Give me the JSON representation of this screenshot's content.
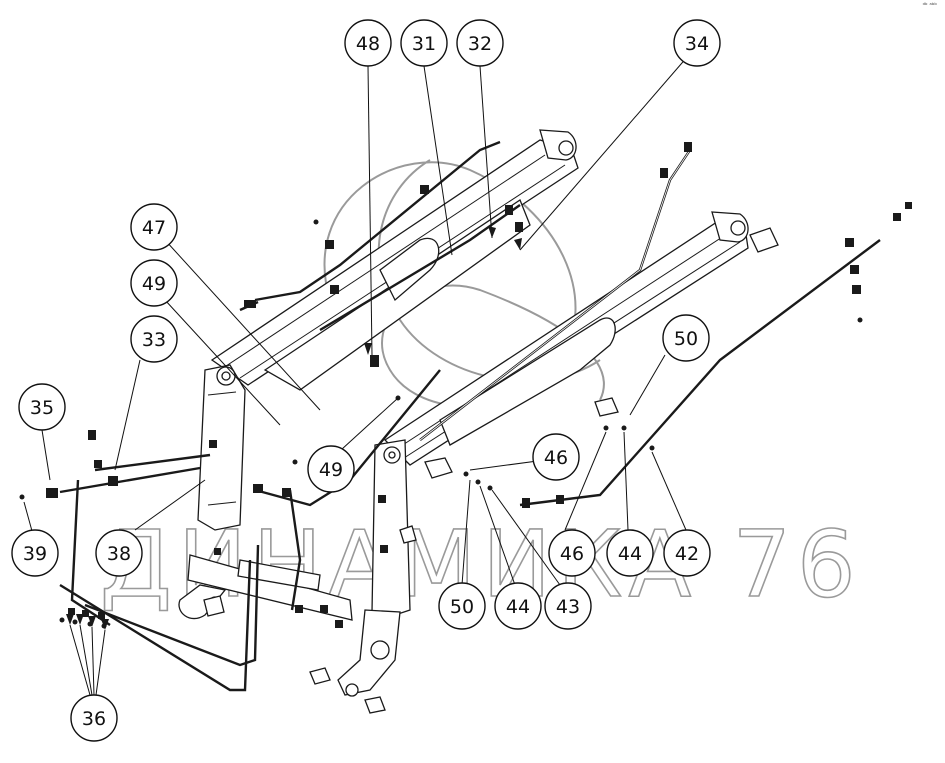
{
  "watermark": {
    "text": "ДИНАМИКА 76"
  },
  "corner_mark": "ᵈᵇ ᵃᵇᵇ",
  "callouts": [
    {
      "id": "c48",
      "label": "48"
    },
    {
      "id": "c31",
      "label": "31"
    },
    {
      "id": "c32",
      "label": "32"
    },
    {
      "id": "c34",
      "label": "34"
    },
    {
      "id": "c47",
      "label": "47"
    },
    {
      "id": "c49a",
      "label": "49"
    },
    {
      "id": "c33",
      "label": "33"
    },
    {
      "id": "c35",
      "label": "35"
    },
    {
      "id": "c50a",
      "label": "50"
    },
    {
      "id": "c49b",
      "label": "49"
    },
    {
      "id": "c46a",
      "label": "46"
    },
    {
      "id": "c39",
      "label": "39"
    },
    {
      "id": "c38",
      "label": "38"
    },
    {
      "id": "c46b",
      "label": "46"
    },
    {
      "id": "c44a",
      "label": "44"
    },
    {
      "id": "c42",
      "label": "42"
    },
    {
      "id": "c50b",
      "label": "50"
    },
    {
      "id": "c44b",
      "label": "44"
    },
    {
      "id": "c43",
      "label": "43"
    },
    {
      "id": "c36",
      "label": "36"
    }
  ]
}
